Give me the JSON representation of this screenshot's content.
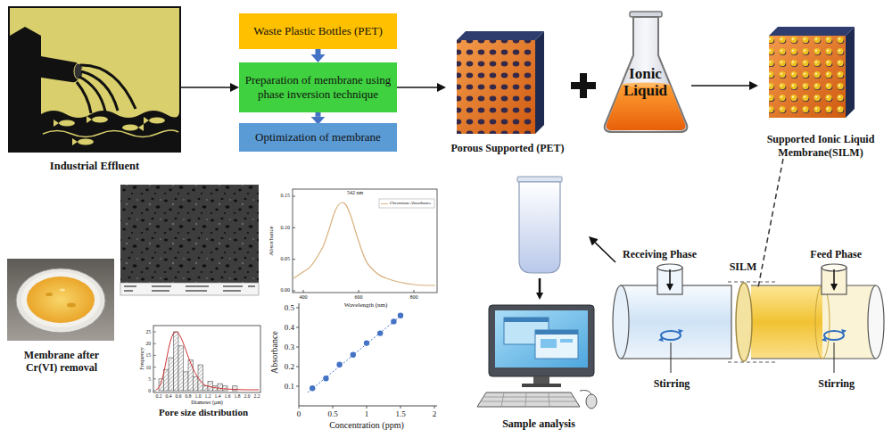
{
  "diagram": {
    "nodes": [
      {
        "text": [
          "Industrial Effluent"
        ]
      },
      {
        "text": [
          "Waste Plastic Bottles (PET)"
        ]
      },
      {
        "text": [
          "Preparation of membrane using phase inversion technique"
        ]
      },
      {
        "text": [
          "Optimization of membrane"
        ]
      },
      {
        "text": [
          "Porous Supported (PET)"
        ]
      },
      {
        "text": [
          "Ionic Liquid"
        ]
      },
      {
        "text": [
          "Supported Ionic Liquid Membrane(SILM)"
        ]
      },
      {
        "text": [
          "Receiving Phase",
          "Stirring"
        ]
      },
      {
        "text": [
          "SILM"
        ]
      },
      {
        "text": [
          "Feed Phase",
          "Stirring"
        ]
      },
      {
        "text": [
          "Sample analysis"
        ]
      },
      {
        "text": [
          "Membrane after Cr(VI) removal"
        ]
      }
    ],
    "edges": [
      {
        "from": 0,
        "to": 2,
        "arrow": "to"
      },
      {
        "from": 1,
        "to": 2,
        "arrow": "to"
      },
      {
        "from": 2,
        "to": 3,
        "arrow": "to"
      },
      {
        "from": 2,
        "to": 4,
        "arrow": "to"
      },
      {
        "from": 5,
        "to": 6,
        "arrow": "to"
      },
      {
        "from": 6,
        "to": 8,
        "arrow": "none"
      },
      {
        "from": 7,
        "to": 10,
        "arrow": "to"
      }
    ],
    "labels": [
      "542 nm",
      "Absorbance",
      "Wavelength (nm)",
      "400",
      "600",
      "800",
      "0.00",
      "0.05",
      "0.10",
      "0.15",
      "Frequency",
      "Diameter (μm)",
      "0.2",
      "0.4",
      "0.6",
      "0.8",
      "1.0",
      "1.2",
      "1.4",
      "1.6",
      "1.8",
      "2.0",
      "2.2",
      "0",
      "5",
      "10",
      "15",
      "20",
      "25",
      "Pore size distribution",
      "Absorbance",
      "0.1",
      "0.2",
      "0.3",
      "0.4",
      "0.5",
      "0",
      "0.5",
      "1",
      "1.5",
      "2",
      "Concentration (ppm)"
    ],
    "legend": [
      {
        "text": "Chromium Absorbance"
      }
    ]
  }
}
